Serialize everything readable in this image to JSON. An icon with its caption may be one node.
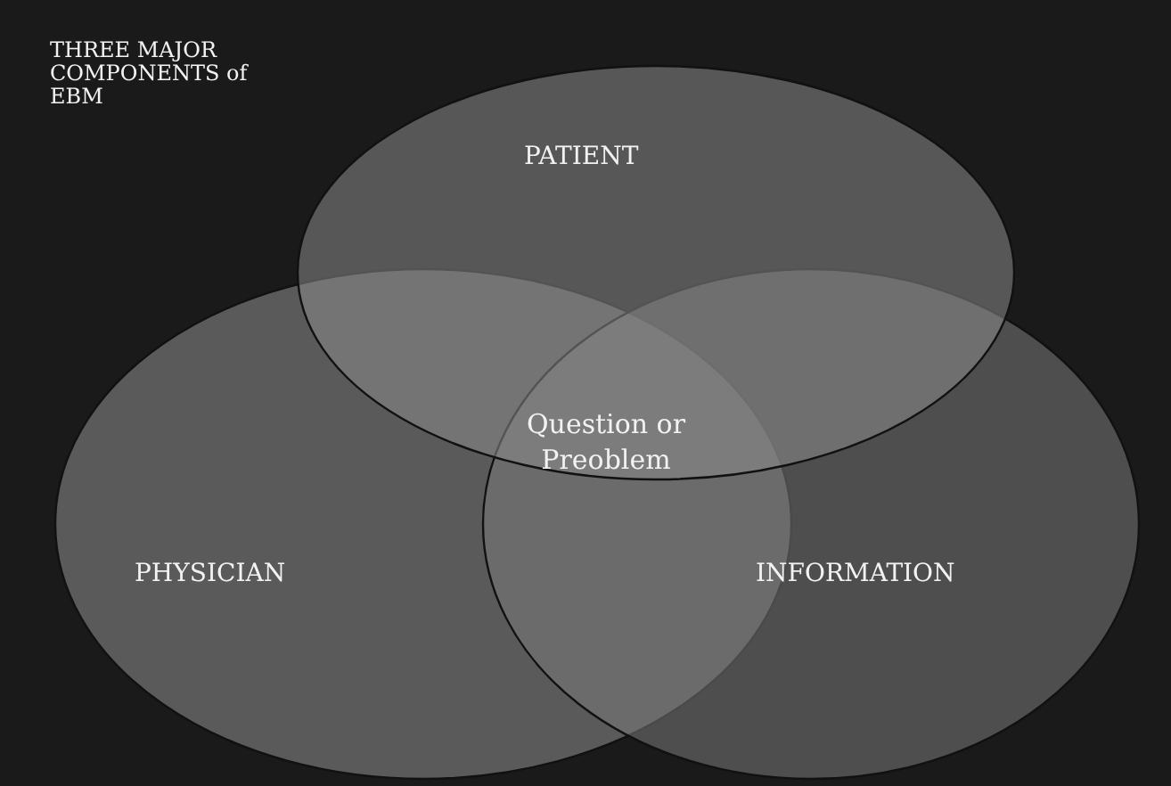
{
  "diagram": {
    "title": "THREE MAJOR COMPONENTS of EBM",
    "nodes": [
      {
        "text": [
          "PATIENT"
        ]
      },
      {
        "text": [
          "PHYSICIAN"
        ]
      },
      {
        "text": [
          "INFORMATION"
        ]
      }
    ],
    "edges": [],
    "labels": [
      "Question or Preoblem"
    ]
  }
}
